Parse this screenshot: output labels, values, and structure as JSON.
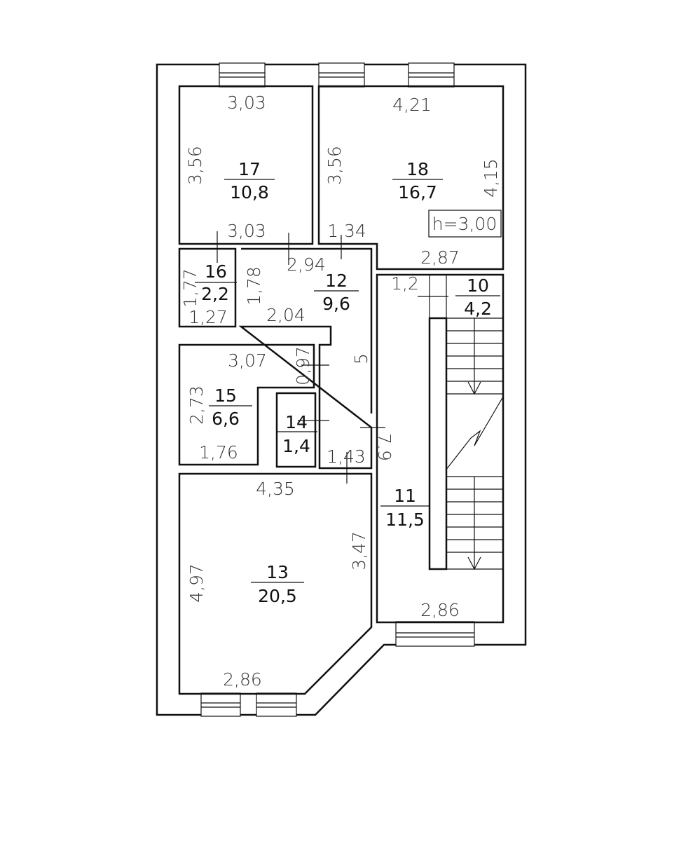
{
  "rooms": [
    {
      "id": "17",
      "area": "10,8"
    },
    {
      "id": "18",
      "area": "16,7"
    },
    {
      "id": "16",
      "area": "2,2"
    },
    {
      "id": "12",
      "area": "9,6"
    },
    {
      "id": "10",
      "area": "4,2"
    },
    {
      "id": "15",
      "area": "6,6"
    },
    {
      "id": "14",
      "area": "1,4"
    },
    {
      "id": "11",
      "area": "11,5"
    },
    {
      "id": "13",
      "area": "20,5"
    }
  ],
  "dimensions": {
    "r17_top": "3,03",
    "r17_left": "3,56",
    "r17_bottom": "3,03",
    "r18_top": "4,21",
    "r18_left": "3,56",
    "r18_right": "4,15",
    "r18_notch": "1,34",
    "r18_bottom": "2,87",
    "ceiling_height": "h=3,00",
    "r16_left": "1,77",
    "r16_bottom": "1,27",
    "r12_top": "2,94",
    "r12_left": "1,78",
    "r12_bottom": "2,04",
    "r10_width": "1,2",
    "r15_top": "3,07",
    "r15_door": "0,97",
    "r15_left": "2,73",
    "r15_bottom": "1,76",
    "corridor_length": "5",
    "corridor_width": "1,43",
    "r11_side": "7,9",
    "r13_top": "4,35",
    "r13_left": "4,97",
    "r13_right": "3,47",
    "r13_bottom": "2,86",
    "r11_bottom": "2,86"
  }
}
